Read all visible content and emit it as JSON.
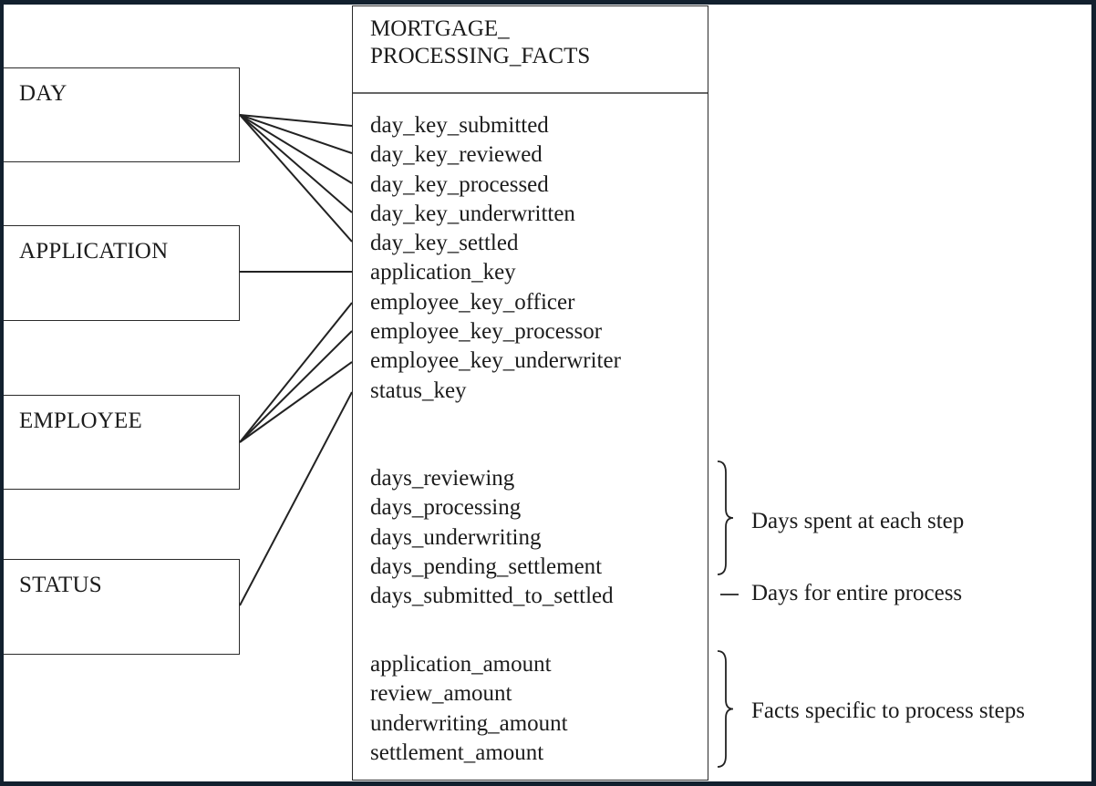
{
  "dimensions": [
    {
      "id": "day",
      "label": "DAY"
    },
    {
      "id": "application",
      "label": "APPLICATION"
    },
    {
      "id": "employee",
      "label": "EMPLOYEE"
    },
    {
      "id": "status",
      "label": "STATUS"
    }
  ],
  "fact_table": {
    "title_line1": "MORTGAGE_",
    "title_line2": "PROCESSING_FACTS",
    "keys": [
      "day_key_submitted",
      "day_key_reviewed",
      "day_key_processed",
      "day_key_underwritten",
      "day_key_settled",
      "application_key",
      "employee_key_officer",
      "employee_key_processor",
      "employee_key_underwriter",
      "status_key"
    ],
    "duration_facts": [
      "days_reviewing",
      "days_processing",
      "days_underwriting",
      "days_pending_settlement",
      "days_submitted_to_settled"
    ],
    "amount_facts": [
      "application_amount",
      "review_amount",
      "underwriting_amount",
      "settlement_amount"
    ]
  },
  "annotations": {
    "step_days": "Days spent at each step",
    "entire_process": "Days for entire process",
    "step_facts": "Facts specific to process steps"
  },
  "relationships": [
    {
      "from": "DAY",
      "to": "day_key_submitted"
    },
    {
      "from": "DAY",
      "to": "day_key_reviewed"
    },
    {
      "from": "DAY",
      "to": "day_key_processed"
    },
    {
      "from": "DAY",
      "to": "day_key_underwritten"
    },
    {
      "from": "DAY",
      "to": "day_key_settled"
    },
    {
      "from": "APPLICATION",
      "to": "application_key"
    },
    {
      "from": "EMPLOYEE",
      "to": "employee_key_officer"
    },
    {
      "from": "EMPLOYEE",
      "to": "employee_key_processor"
    },
    {
      "from": "EMPLOYEE",
      "to": "employee_key_underwriter"
    },
    {
      "from": "STATUS",
      "to": "status_key"
    }
  ]
}
